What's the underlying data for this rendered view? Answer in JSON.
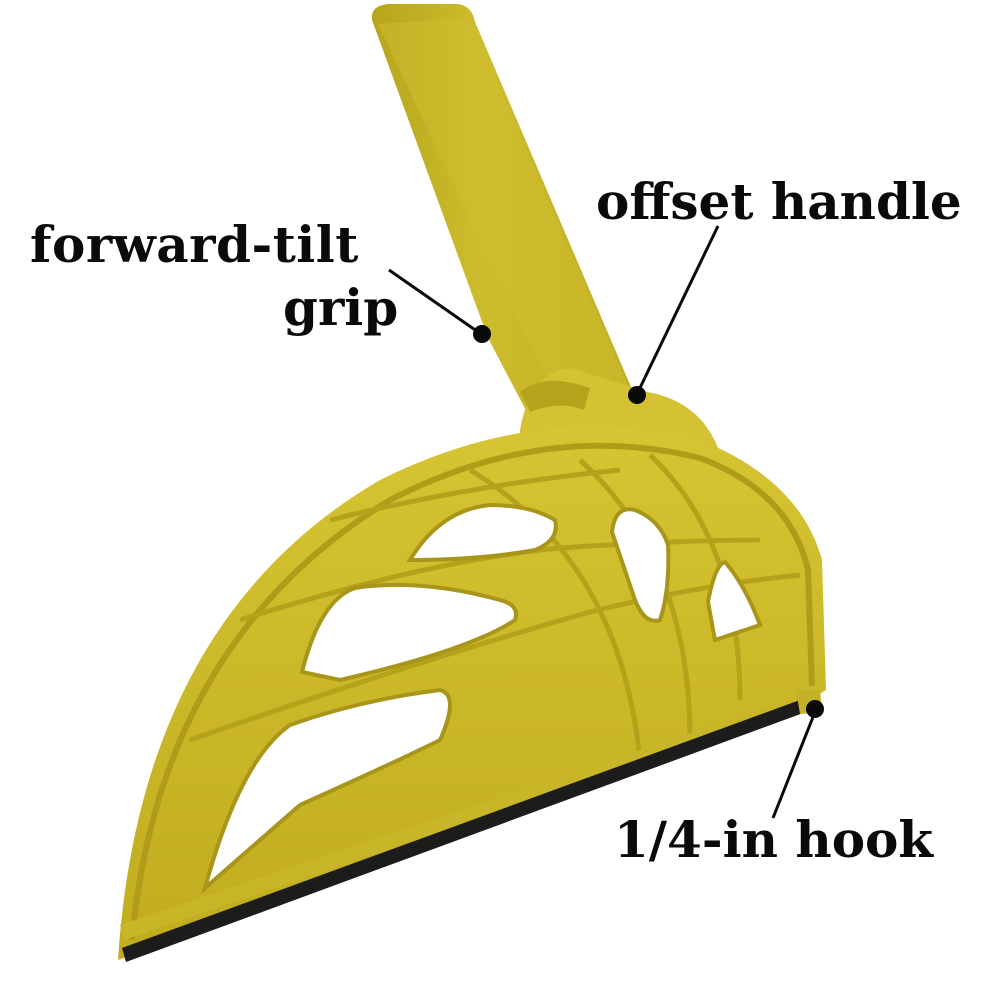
{
  "product": {
    "description": "Yellow push block with angled handle and semicircular ribbed base",
    "colors": {
      "body": "#c9b520",
      "body_light": "#dccb3a",
      "body_dark": "#a8951a",
      "handle": "#c4b326",
      "rubber_strip": "#1c1c1a",
      "background": "#ffffff",
      "label_text": "#0a0a0a"
    }
  },
  "labels": {
    "grip_line1": "forward-tilt",
    "grip_line2": "grip",
    "offset_handle": "offset handle",
    "hook": "1/4-in hook"
  }
}
